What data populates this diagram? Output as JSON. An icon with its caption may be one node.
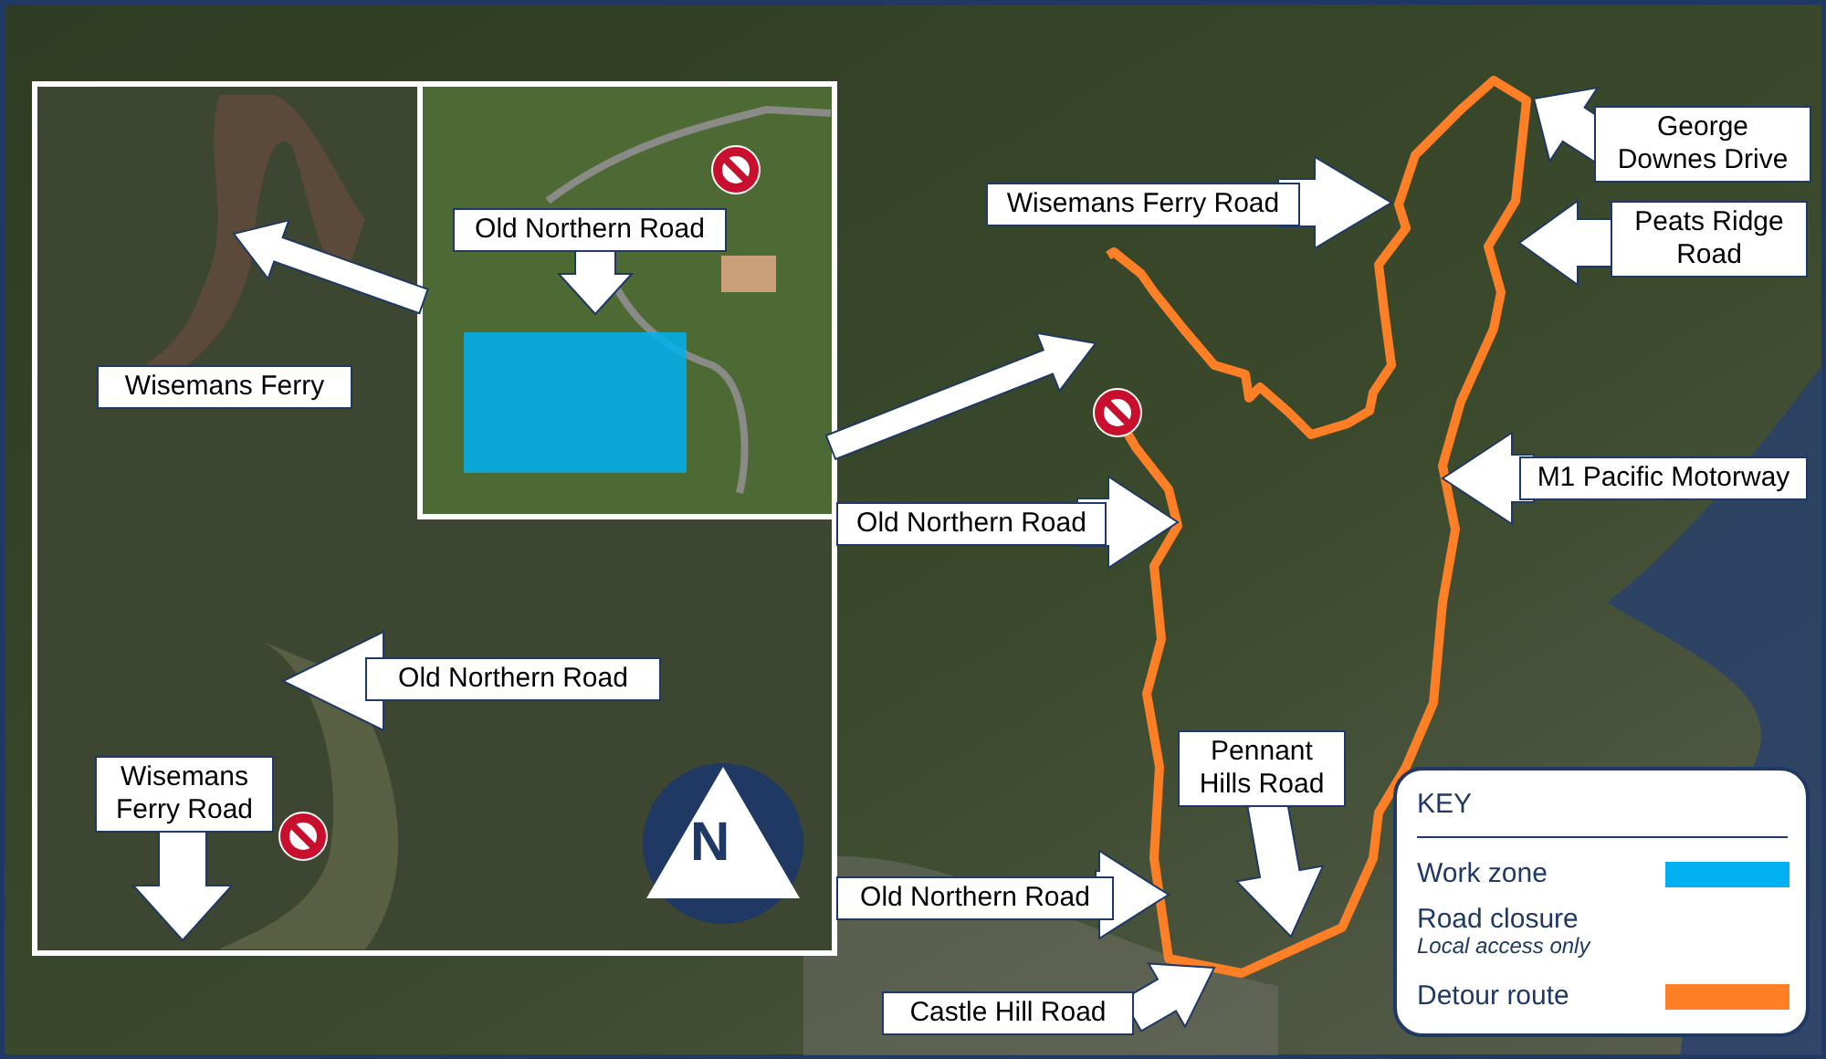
{
  "diagram": {
    "labels": [
      "George Downes Drive",
      "Wisemans Ferry Road",
      "Peats Ridge Road",
      "Old Northern Road",
      "Wisemans Ferry",
      "M1 Pacific Motorway",
      "Old Northern Road",
      "Old Northern Road",
      "Pennant Hills Road",
      "Wisemans Ferry Road",
      "KEY",
      "N",
      "Old Northern Road",
      "Local access only",
      "Castle Hill Road"
    ],
    "legend": [
      {
        "text": "Work zone",
        "color": "#00b0f0"
      },
      {
        "text": "Road closure"
      },
      {
        "text": "Detour route",
        "color": "#ff7f27"
      }
    ]
  }
}
